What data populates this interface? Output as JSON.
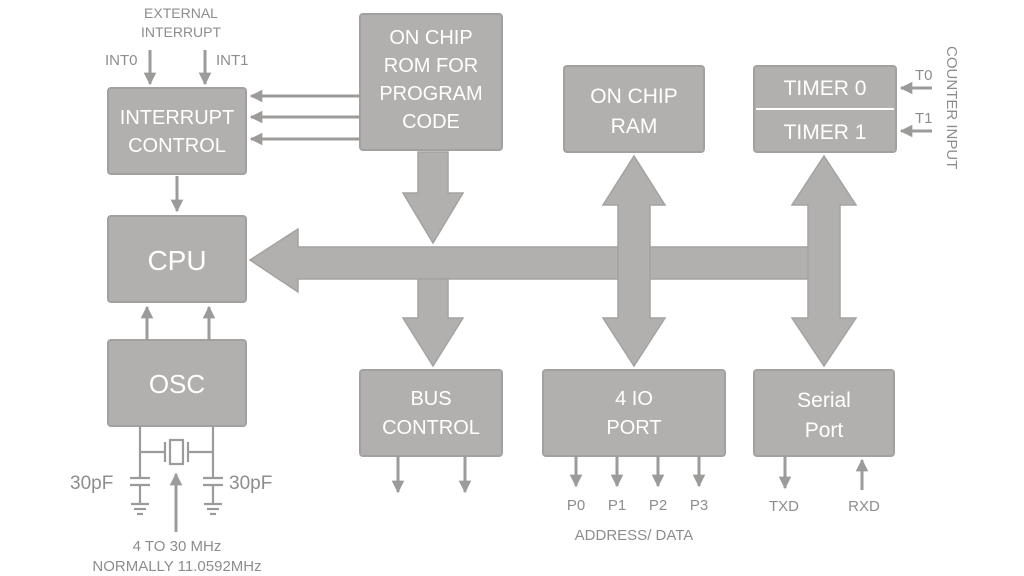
{
  "blocks": {
    "interrupt_control": [
      "INTERRUPT",
      "CONTROL"
    ],
    "rom": [
      "ON CHIP",
      "ROM FOR",
      "PROGRAM",
      "CODE"
    ],
    "ram": [
      "ON CHIP",
      "RAM"
    ],
    "timer0": "TIMER 0",
    "timer1": "TIMER 1",
    "cpu": "CPU",
    "osc": "OSC",
    "bus_control": [
      "BUS",
      "CONTROL"
    ],
    "io_port": [
      "4 IO",
      "PORT"
    ],
    "serial_port": [
      "Serial",
      "Port"
    ]
  },
  "labels": {
    "external_interrupt": [
      "EXTERNAL",
      "INTERRUPT"
    ],
    "int0": "INT0",
    "int1": "INT1",
    "t0": "T0",
    "t1": "T1",
    "counter_input": "COUNTER INPUT",
    "cap_left": "30pF",
    "cap_right": "30pF",
    "freq_range": "4 TO 30 MHz",
    "freq_normal": "NORMALLY 11.0592MHz",
    "p0": "P0",
    "p1": "P1",
    "p2": "P2",
    "p3": "P3",
    "address_data": "ADDRESS/ DATA",
    "txd": "TXD",
    "rxd": "RXD"
  }
}
